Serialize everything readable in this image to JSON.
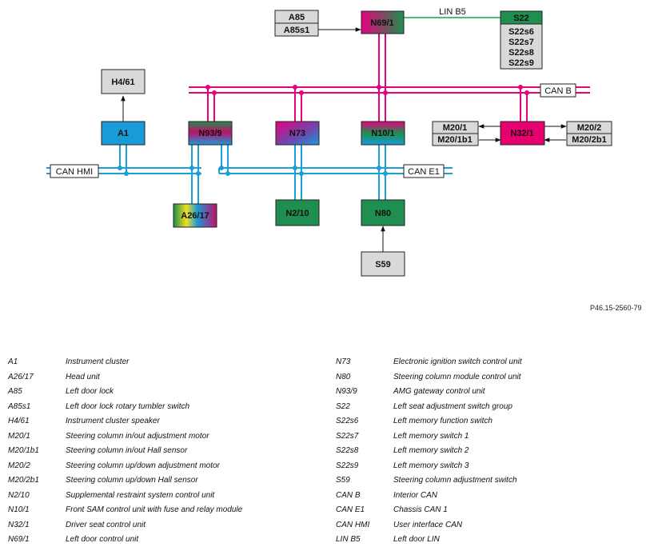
{
  "diagram": {
    "reference": "P46.15-2560-79",
    "buses": {
      "can_hmi": "CAN HMI",
      "can_e1": "CAN E1",
      "can_b": "CAN B",
      "lin_b5": "LIN B5"
    },
    "components": {
      "a85": "A85",
      "a85s1": "A85s1",
      "n69_1": "N69/1",
      "s22": "S22",
      "s22s6": "S22s6",
      "s22s7": "S22s7",
      "s22s8": "S22s8",
      "s22s9": "S22s9",
      "h4_61": "H4/61",
      "a1": "A1",
      "n93_9": "N93/9",
      "n73": "N73",
      "n10_1": "N10/1",
      "n32_1": "N32/1",
      "m20_1": "M20/1",
      "m20_1b1": "M20/1b1",
      "m20_2": "M20/2",
      "m20_2b1": "M20/2b1",
      "a26_17": "A26/17",
      "n2_10": "N2/10",
      "n80": "N80",
      "s59": "S59"
    }
  },
  "legend": {
    "left": [
      {
        "code": "A1",
        "desc": "Instrument cluster"
      },
      {
        "code": "A26/17",
        "desc": "Head unit"
      },
      {
        "code": "A85",
        "desc": "Left door lock"
      },
      {
        "code": "A85s1",
        "desc": "Left door lock rotary tumbler switch"
      },
      {
        "code": "H4/61",
        "desc": "Instrument cluster speaker"
      },
      {
        "code": "M20/1",
        "desc": "Steering column in/out adjustment motor"
      },
      {
        "code": "M20/1b1",
        "desc": "Steering column in/out Hall sensor"
      },
      {
        "code": "M20/2",
        "desc": "Steering column up/down adjustment motor"
      },
      {
        "code": "M20/2b1",
        "desc": "Steering column up/down Hall sensor"
      },
      {
        "code": "N2/10",
        "desc": "Supplemental restraint system control unit"
      },
      {
        "code": "N10/1",
        "desc": "Front SAM control unit with fuse and relay module"
      },
      {
        "code": "N32/1",
        "desc": "Driver seat control unit"
      },
      {
        "code": "N69/1",
        "desc": "Left door control unit"
      }
    ],
    "right": [
      {
        "code": "N73",
        "desc": "Electronic ignition switch control unit"
      },
      {
        "code": "N80",
        "desc": "Steering column module control unit"
      },
      {
        "code": "N93/9",
        "desc": "AMG gateway control unit"
      },
      {
        "code": "S22",
        "desc": "Left seat adjustment switch group"
      },
      {
        "code": "S22s6",
        "desc": "Left memory function switch"
      },
      {
        "code": "S22s7",
        "desc": "Left memory switch 1"
      },
      {
        "code": "S22s8",
        "desc": "Left memory switch 2"
      },
      {
        "code": "S22s9",
        "desc": "Left memory switch 3"
      },
      {
        "code": "S59",
        "desc": "Steering column adjustment switch"
      },
      {
        "code": "CAN B",
        "desc": "Interior CAN"
      },
      {
        "code": "CAN E1",
        "desc": "Chassis CAN 1"
      },
      {
        "code": "CAN HMI",
        "desc": "User interface CAN"
      },
      {
        "code": "LIN B5",
        "desc": "Left door LIN"
      }
    ]
  },
  "colors": {
    "can_b": "#e6007e",
    "can_hmi": "#1aa0d8",
    "lin": "#1aa34a",
    "gray_block": "#d9d9d9",
    "green_block": "#1e8f4e",
    "blue_block": "#1a9ad6",
    "magenta_block": "#e6006f"
  }
}
